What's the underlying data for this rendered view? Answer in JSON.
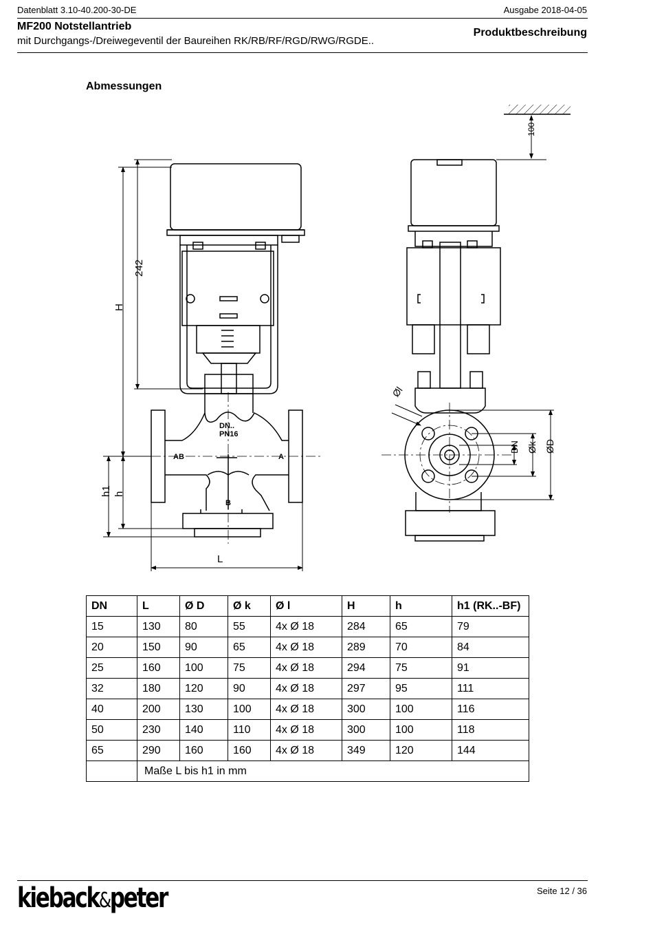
{
  "header": {
    "doc_id": "Datenblatt 3.10-40.200-30-DE",
    "edition": "Ausgabe 2018-04-05",
    "title": "MF200 Notstellantrieb",
    "subtitle": "mit Durchgangs-/Dreiwegeventil der Baureihen RK/RB/RF/RGD/RWG/RGDE..",
    "section_label": "Produktbeschreibung"
  },
  "section_title": "Abmessungen",
  "drawing": {
    "labels": {
      "d242": "242",
      "dH": "H",
      "dh1": "h1",
      "dh": "h",
      "dL": "L",
      "d100": "100",
      "dn_pn_1": "DN..",
      "dn_pn_2": "PN16",
      "port_ab": "AB",
      "port_a": "A",
      "port_b": "B",
      "dia_l": "Øl",
      "dia_dn": "DN",
      "dia_k": "Øk",
      "dia_d": "ØD"
    }
  },
  "table": {
    "headers": [
      "DN",
      "L",
      "Ø D",
      "Ø k",
      "Ø l",
      "H",
      "h",
      "h1 (RK..-BF)"
    ],
    "rows": [
      [
        "15",
        "130",
        "80",
        "55",
        "4x Ø 18",
        "284",
        "65",
        "79"
      ],
      [
        "20",
        "150",
        "90",
        "65",
        "4x Ø 18",
        "289",
        "70",
        "84"
      ],
      [
        "25",
        "160",
        "100",
        "75",
        "4x Ø 18",
        "294",
        "75",
        "91"
      ],
      [
        "32",
        "180",
        "120",
        "90",
        "4x Ø 18",
        "297",
        "95",
        "111"
      ],
      [
        "40",
        "200",
        "130",
        "100",
        "4x Ø 18",
        "300",
        "100",
        "116"
      ],
      [
        "50",
        "230",
        "140",
        "110",
        "4x Ø 18",
        "300",
        "100",
        "118"
      ],
      [
        "65",
        "290",
        "160",
        "160",
        "4x Ø 18",
        "349",
        "120",
        "144"
      ]
    ],
    "footnote": "Maße L bis h1 in mm"
  },
  "footer": {
    "logo_part1": "kieback",
    "logo_amp": "&",
    "logo_part2": "peter",
    "page": "Seite 12 / 36"
  }
}
